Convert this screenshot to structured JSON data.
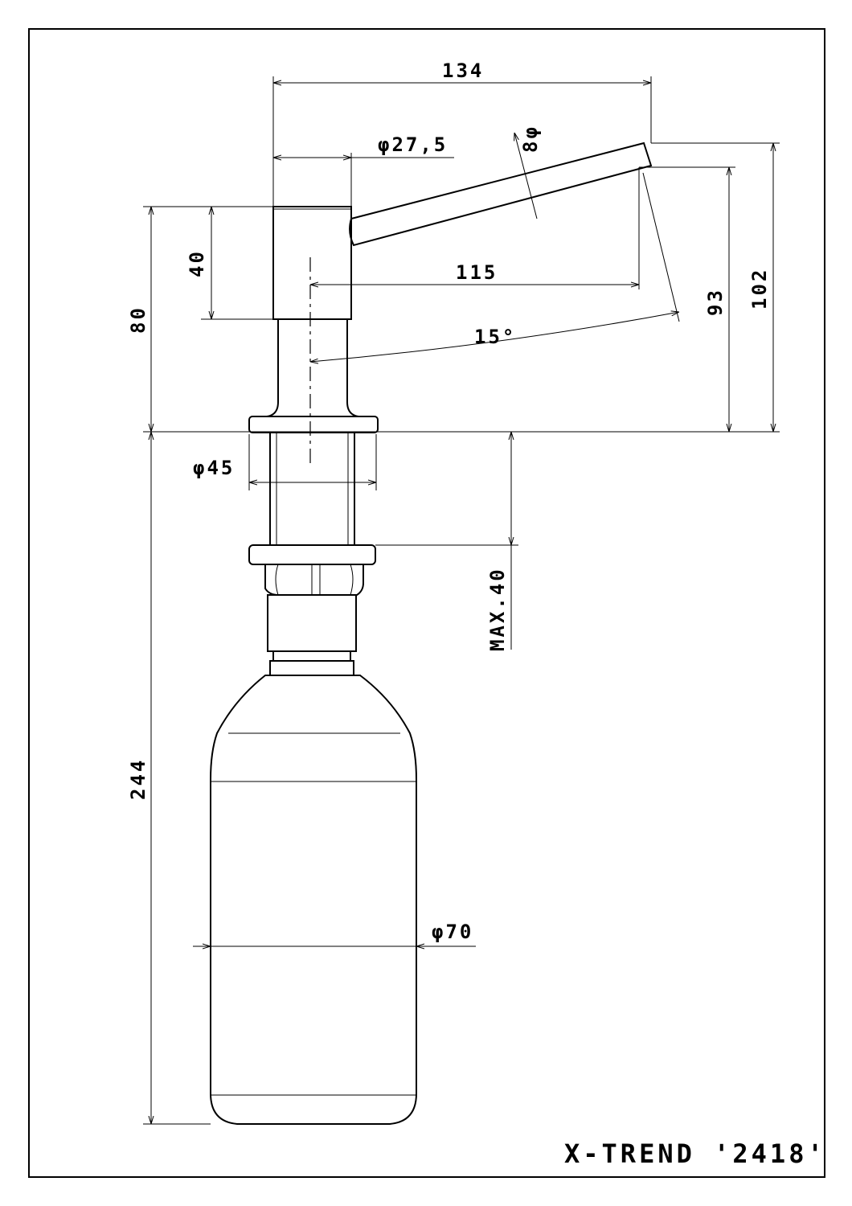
{
  "title": "X-TREND '2418'",
  "dimensions": {
    "overall_length": "134",
    "head_diameter": "φ27,5",
    "spout_diameter": "8φ",
    "head_height": "40",
    "spout_reach": "115",
    "spout_angle": "15°",
    "total_height_above": "80",
    "spout_height_inner": "93",
    "spout_height_outer": "102",
    "flange_diameter": "φ45",
    "max_thickness": "MAX.40",
    "below_counter": "244",
    "bottle_diameter": "φ70"
  }
}
